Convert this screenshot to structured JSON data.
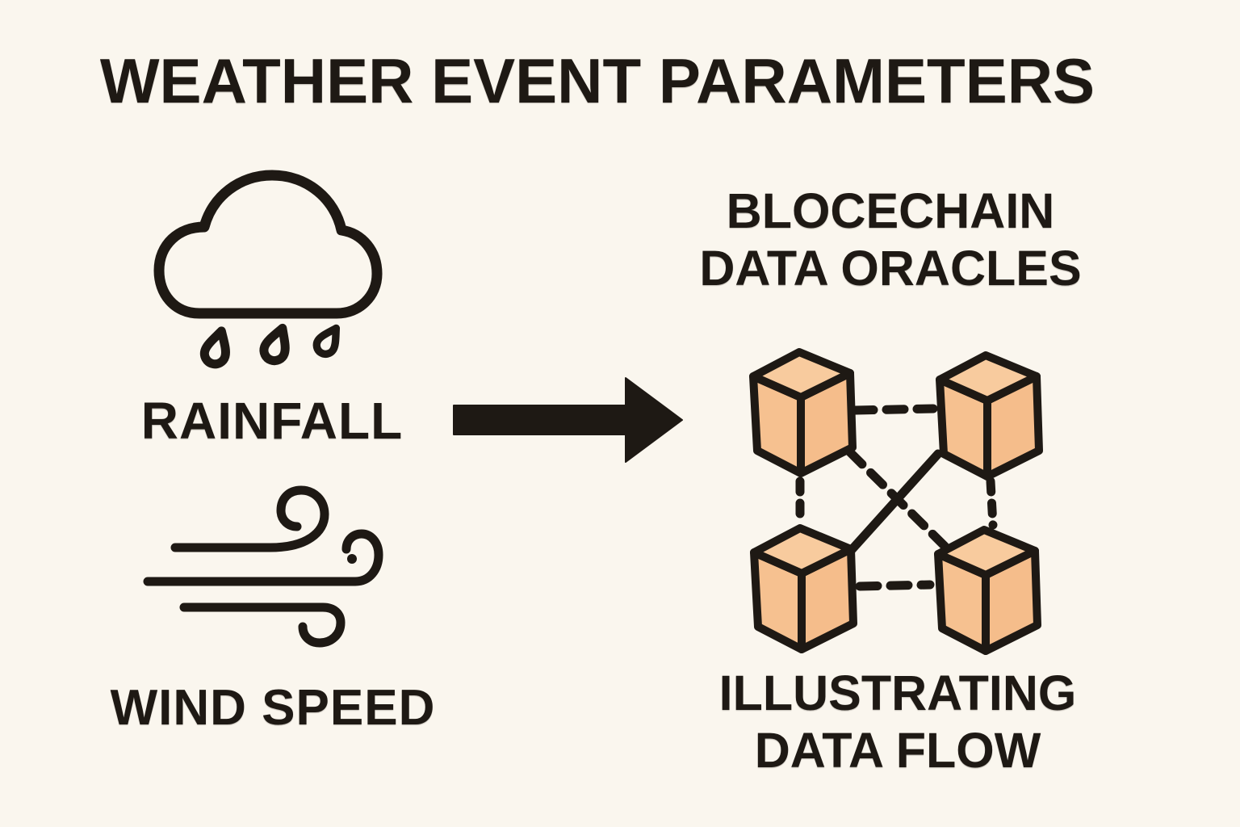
{
  "colors": {
    "bg": "#faf6ee",
    "ink": "#1e1914",
    "cloud": "#a3d9f2",
    "cube-top": "#f8cb9e",
    "cube-left": "#f6c190",
    "cube-right": "#f5bd8b"
  },
  "title": "WEATHER EVENT PARAMETERS",
  "parameters": {
    "rainfall": {
      "icon": "rain-cloud-icon",
      "label": "RAINFALL"
    },
    "wind": {
      "icon": "wind-icon",
      "label": "WIND SPEED"
    }
  },
  "arrow": {
    "icon": "right-arrow-icon"
  },
  "oracles": {
    "heading_line1": "BLOCECHAIN",
    "heading_line2": "DATA ORACLES",
    "caption_line1": "ILLUSTRATING",
    "caption_line2": "DATA FLOW",
    "network": {
      "node_icon": "block-cube-icon",
      "node_count": 4,
      "edges": [
        {
          "from": "top-left",
          "to": "top-right",
          "style": "dashed"
        },
        {
          "from": "top-left",
          "to": "bottom-left",
          "style": "dashed"
        },
        {
          "from": "top-right",
          "to": "bottom-right",
          "style": "dashed"
        },
        {
          "from": "bottom-left",
          "to": "bottom-right",
          "style": "dashed"
        },
        {
          "from": "top-left",
          "to": "bottom-right",
          "style": "dashed"
        },
        {
          "from": "top-right",
          "to": "bottom-left",
          "style": "solid"
        }
      ]
    }
  }
}
